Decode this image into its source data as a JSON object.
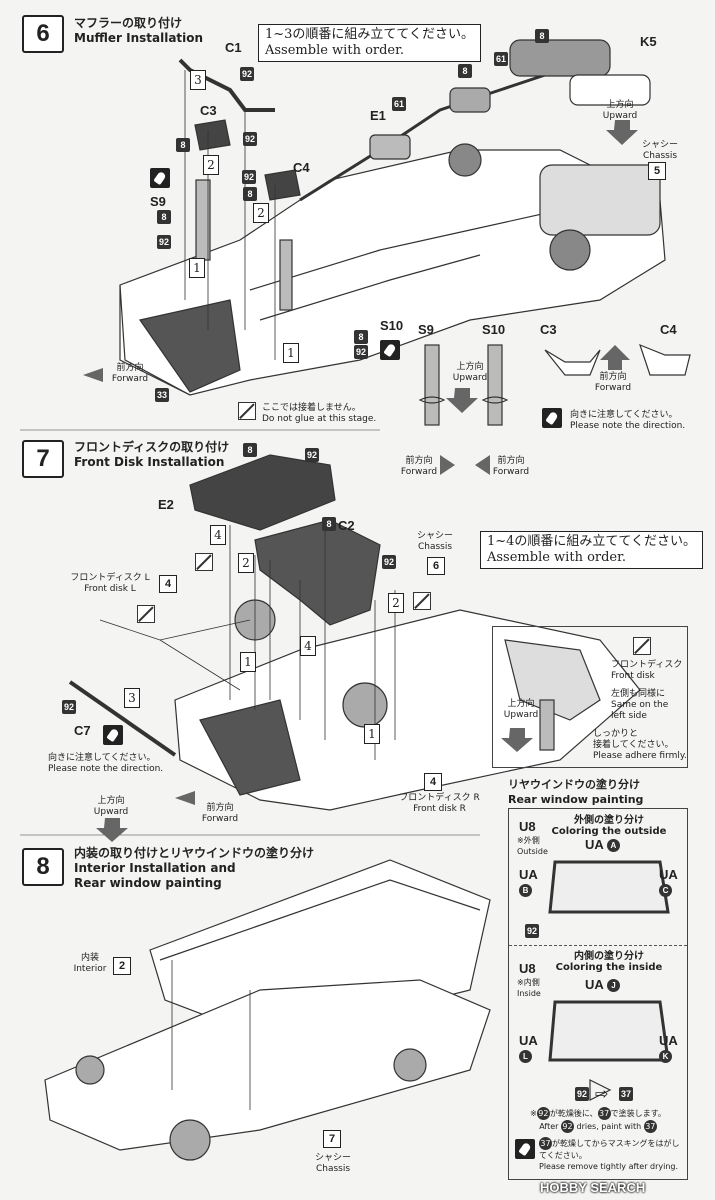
{
  "step6": {
    "num": "6",
    "title_jp": "マフラーの取り付け",
    "title_en": "Muffler Installation",
    "order_jp": "1~3の順番に組み立ててください。",
    "order_en": "Assemble with order.",
    "labels": {
      "c1": "C1",
      "c3": "C3",
      "c4": "C4",
      "s9": "S9",
      "s10": "S10",
      "e1": "E1",
      "k5": "K5"
    },
    "tags": {
      "t92": "92",
      "t8": "8",
      "t61": "61",
      "t33": "33"
    },
    "upward_jp": "上方向",
    "upward_en": "Upward",
    "chassis_jp": "シャシー",
    "chassis_en": "Chassis",
    "chassis_num": "5",
    "forward_jp": "前方向",
    "forward_en": "Forward",
    "noglue_jp": "ここでは接着しません。",
    "noglue_en": "Do not glue at this stage.",
    "direction_jp": "向きに注意してください。",
    "direction_en": "Please note the direction.",
    "seq": [
      "1",
      "2",
      "3"
    ]
  },
  "step7": {
    "num": "7",
    "title_jp": "フロントディスクの取り付け",
    "title_en": "Front Disk Installation",
    "order_jp": "1~4の順番に組み立ててください。",
    "order_en": "Assemble with order.",
    "labels": {
      "e2": "E2",
      "c2": "C2",
      "c7": "C7"
    },
    "chassis_jp": "シャシー",
    "chassis_en": "Chassis",
    "chassis_num": "6",
    "disk_l_jp": "フロントディスク L",
    "disk_l_en": "Front disk L",
    "disk_r_jp": "フロントディスク R",
    "disk_r_en": "Front disk R",
    "disk_num": "4",
    "direction_jp": "向きに注意してください。",
    "direction_en": "Please note the direction.",
    "upward_jp": "上方向",
    "upward_en": "Upward",
    "forward_jp": "前方向",
    "forward_en": "Forward",
    "inset": {
      "disk_jp": "フロントディスク",
      "disk_en": "Front disk",
      "same_jp": "左側も同様に",
      "same_en1": "Same on the",
      "same_en2": "left side",
      "adhere_jp1": "しっかりと",
      "adhere_jp2": "接着してください。",
      "adhere_en": "Please adhere firmly.",
      "upward_jp": "上方向",
      "upward_en": "Upward"
    },
    "seq": [
      "1",
      "2",
      "3",
      "4"
    ]
  },
  "step8": {
    "num": "8",
    "title_jp": "内装の取り付けとリヤウインドウの塗り分け",
    "title_en1": "Interior Installation and",
    "title_en2": "Rear window painting",
    "interior_jp": "内装",
    "interior_en": "Interior",
    "interior_num": "2",
    "chassis_jp": "シャシー",
    "chassis_en": "Chassis",
    "chassis_num": "7"
  },
  "rear_window": {
    "title_jp": "リヤウインドウの塗り分け",
    "title_en": "Rear window painting",
    "u8": "U8",
    "outside_title_jp": "外側の塗り分け",
    "outside_title_en": "Coloring the outside",
    "outside_jp": "※外側",
    "outside_en": "Outside",
    "inside_title_jp": "内側の塗り分け",
    "inside_title_en": "Coloring the inside",
    "inside_jp": "※内側",
    "inside_en": "Inside",
    "ua": "UA",
    "marks_out": [
      "A",
      "B",
      "C"
    ],
    "marks_in": [
      "J",
      "L",
      "K"
    ],
    "tag92": "92",
    "tag37": "37",
    "note1_jp_a": "※",
    "note1_jp_b": "が乾燥後に、",
    "note1_jp_c": "で塗装します。",
    "note1_en_a": "After",
    "note1_en_b": "dries, paint with",
    "note2_jp": "が乾燥してからマスキングをはがしてください。",
    "note2_en": "Please remove tightly after drying."
  },
  "watermark": "HOBBY SEARCH",
  "colors": {
    "ink": "#222222",
    "paper": "#f4f4f2",
    "part_dark": "#3a3a3a"
  }
}
